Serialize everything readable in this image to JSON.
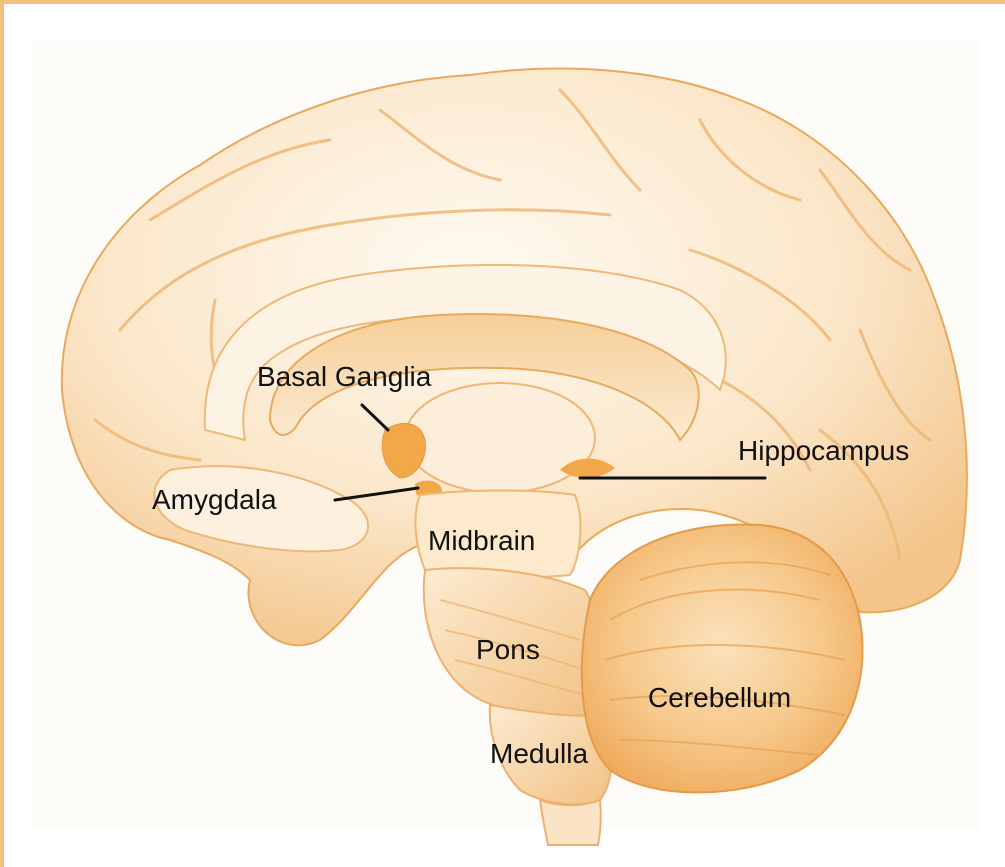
{
  "colors": {
    "frame_border": "#f0c27e",
    "tissue_light": "#fdf1e0",
    "tissue_mid": "#f8d7a8",
    "tissue_dark": "#efaa52",
    "outline": "#e9a95e",
    "deep_structure": "#f2a849",
    "leader_line": "#111111",
    "label_text": "#111111"
  },
  "labels": {
    "basal_ganglia": "Basal Ganglia",
    "amygdala": "Amygdala",
    "midbrain": "Midbrain",
    "hippocampus": "Hippocampus",
    "pons": "Pons",
    "cerebellum": "Cerebellum",
    "medulla": "Medulla"
  }
}
